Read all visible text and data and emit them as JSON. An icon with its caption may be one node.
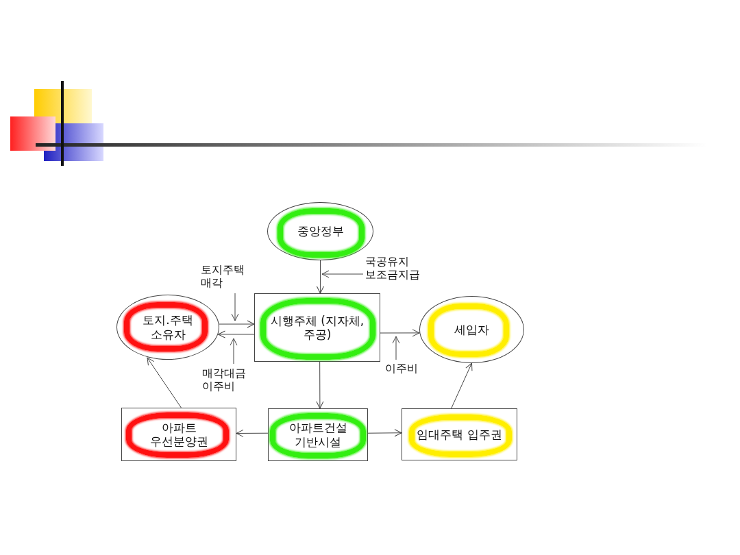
{
  "diagram": {
    "nodes": [
      {
        "text": [
          "중앙정부"
        ]
      },
      {
        "text": [
          "토지.주택 소유자"
        ]
      },
      {
        "text": [
          "시행주체 (지자체,주공)"
        ]
      },
      {
        "text": [
          "세입자"
        ]
      },
      {
        "text": [
          "아파트 우선분양권"
        ]
      },
      {
        "text": [
          "아파트건설 기반시설"
        ]
      },
      {
        "text": [
          "임대주택 입주권"
        ]
      }
    ],
    "edges": [
      {
        "from": 0,
        "to": 2,
        "arrow": "to",
        "label": "국공유지 보조금지급"
      },
      {
        "from": 1,
        "to": 2,
        "arrow": "to",
        "label": "토지주택 매각"
      },
      {
        "from": 2,
        "to": 1,
        "arrow": "to",
        "label": "매각대금 이주비"
      },
      {
        "from": 2,
        "to": 3,
        "arrow": "to",
        "label": "이주비"
      },
      {
        "from": 2,
        "to": 5,
        "arrow": "to"
      },
      {
        "from": 5,
        "to": 4,
        "arrow": "to"
      },
      {
        "from": 5,
        "to": 6,
        "arrow": "to"
      },
      {
        "from": 4,
        "to": 1,
        "arrow": "to"
      },
      {
        "from": 6,
        "to": 3,
        "arrow": "to"
      }
    ]
  }
}
